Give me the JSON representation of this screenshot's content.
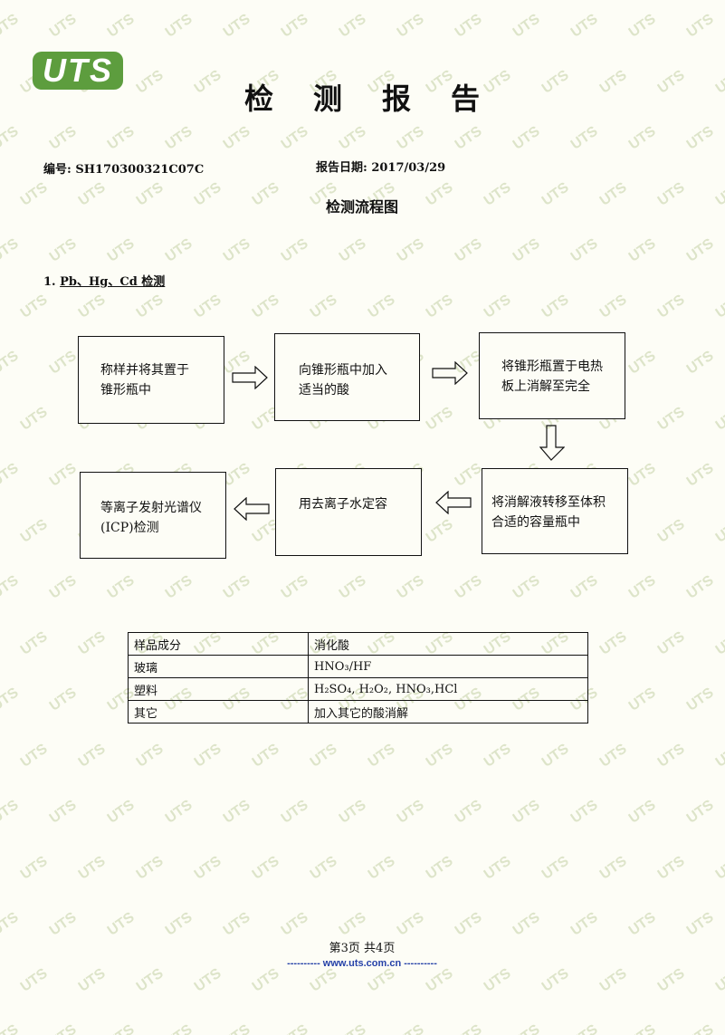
{
  "header": {
    "logo_text": "UTS",
    "title": "检测报告",
    "report_no": "编号: SH170300321C07C",
    "report_date": "报告日期: 2017/03/29",
    "flow_title": "检测流程图"
  },
  "section": {
    "number": "1.",
    "heading": "Pb、Hg、Cd 检测"
  },
  "flow": {
    "step1": "称样并将其置于\n锥形瓶中",
    "step2": "向锥形瓶中加入\n适当的酸",
    "step3": "将锥形瓶置于电热\n板上消解至完全",
    "step4": "将消解液转移至体积\n合适的容量瓶中",
    "step5": "用去离子水定容",
    "step6": "等离子发射光谱仪\n(ICP)检测"
  },
  "table": {
    "rows": [
      {
        "material": "样品成分",
        "acid": "消化酸"
      },
      {
        "material": "玻璃",
        "acid": "HNO₃/HF"
      },
      {
        "material": "塑料",
        "acid": "H₂SO₄, H₂O₂, HNO₃,HCl"
      },
      {
        "material": "其它",
        "acid": "加入其它的酸消解"
      }
    ]
  },
  "footer": {
    "page": "第3页 共4页",
    "url": "---------- www.uts.com.cn ----------"
  },
  "colors": {
    "logo": "#5d9d3e",
    "watermark": "#d6dfbf",
    "url": "#2541a8"
  }
}
